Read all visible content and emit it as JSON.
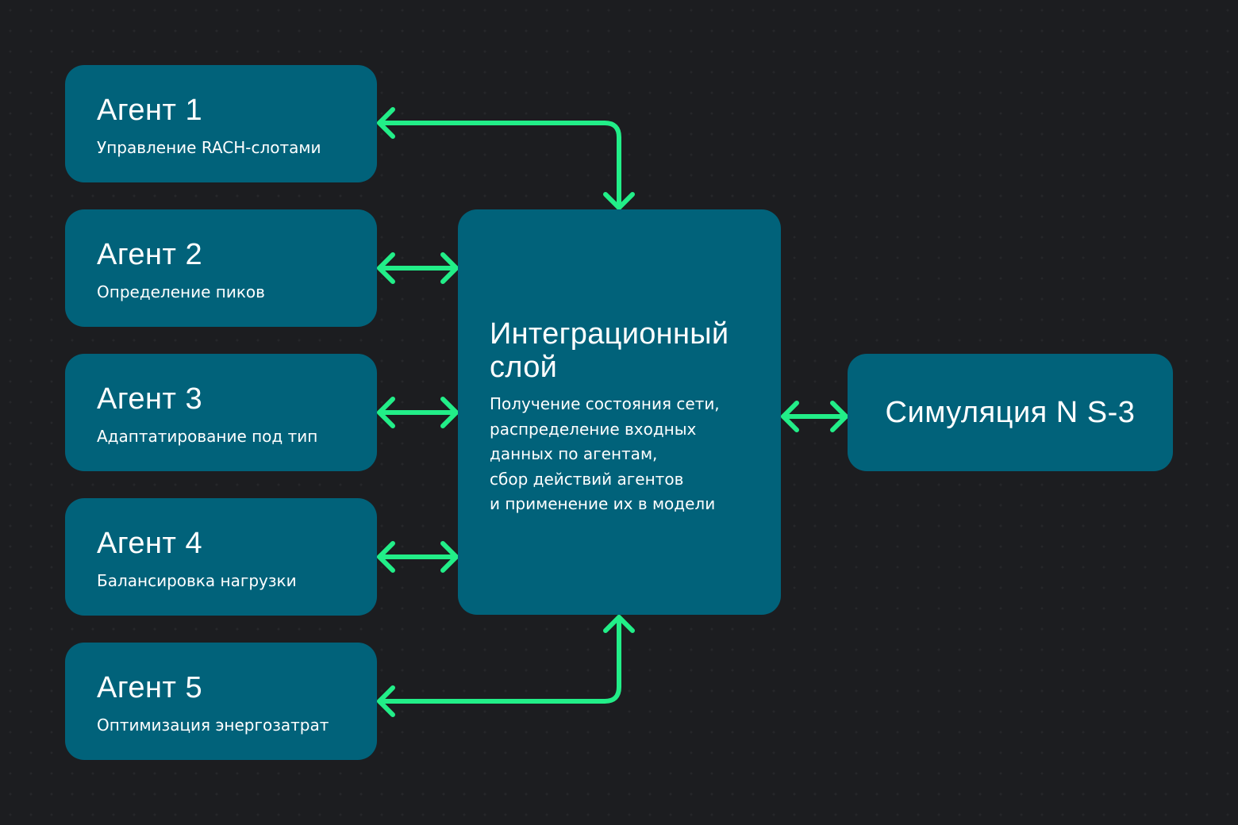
{
  "agents": [
    {
      "title": "Агент 1",
      "subtitle": "Управление RACH-слотами"
    },
    {
      "title": "Агент 2",
      "subtitle": "Определение пиков"
    },
    {
      "title": "Агент 3",
      "subtitle": "Адаптатирование под тип"
    },
    {
      "title": "Агент 4",
      "subtitle": "Балансировка нагрузки"
    },
    {
      "title": "Агент 5",
      "subtitle": "Оптимизация энергозатрат"
    }
  ],
  "integration": {
    "title": "Интеграционный слой",
    "description_lines": [
      "Получение состояния сети,",
      "распределение входных",
      "данных по агентам,",
      "сбор действий агентов",
      "и применение их в модели"
    ]
  },
  "simulation": {
    "title": "Симуляция N S-3"
  },
  "colors": {
    "background": "#1c1d20",
    "box": "#01627a",
    "text": "#ffffff",
    "arrow": "#22ee88"
  }
}
